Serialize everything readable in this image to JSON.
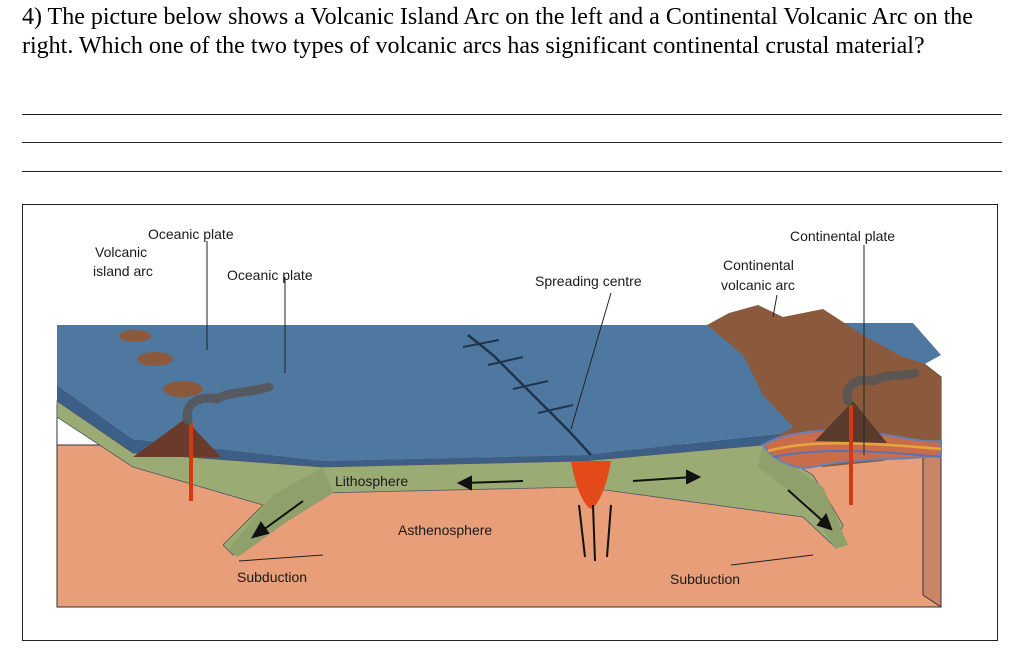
{
  "question": {
    "text": "4) The picture below shows a Volcanic Island Arc on the left and a Continental Volcanic Arc on the right.  Which one of the two types of volcanic arcs has significant continental crustal material?"
  },
  "answer_lines": 3,
  "diagram": {
    "labels": {
      "oceanic_plate_left": "Oceanic plate",
      "volcanic_island_arc_1": "Volcanic",
      "volcanic_island_arc_2": "island arc",
      "oceanic_plate_center": "Oceanic plate",
      "spreading_centre": "Spreading centre",
      "continental_plate": "Continental plate",
      "continental_volcanic_arc_1": "Continental",
      "continental_volcanic_arc_2": "volcanic arc",
      "lithosphere": "Lithosphere",
      "asthenosphere": "Asthenosphere",
      "subduction_left": "Subduction",
      "subduction_right": "Subduction"
    },
    "colors": {
      "ocean": "#4f78a0",
      "ocean_dark": "#3b5f86",
      "lithosphere": "#9bab74",
      "asthenosphere": "#e9a57f",
      "mantle_front": "#e89e78",
      "crust_brown": "#8b5a3c",
      "magma": "#e24a1a"
    }
  }
}
